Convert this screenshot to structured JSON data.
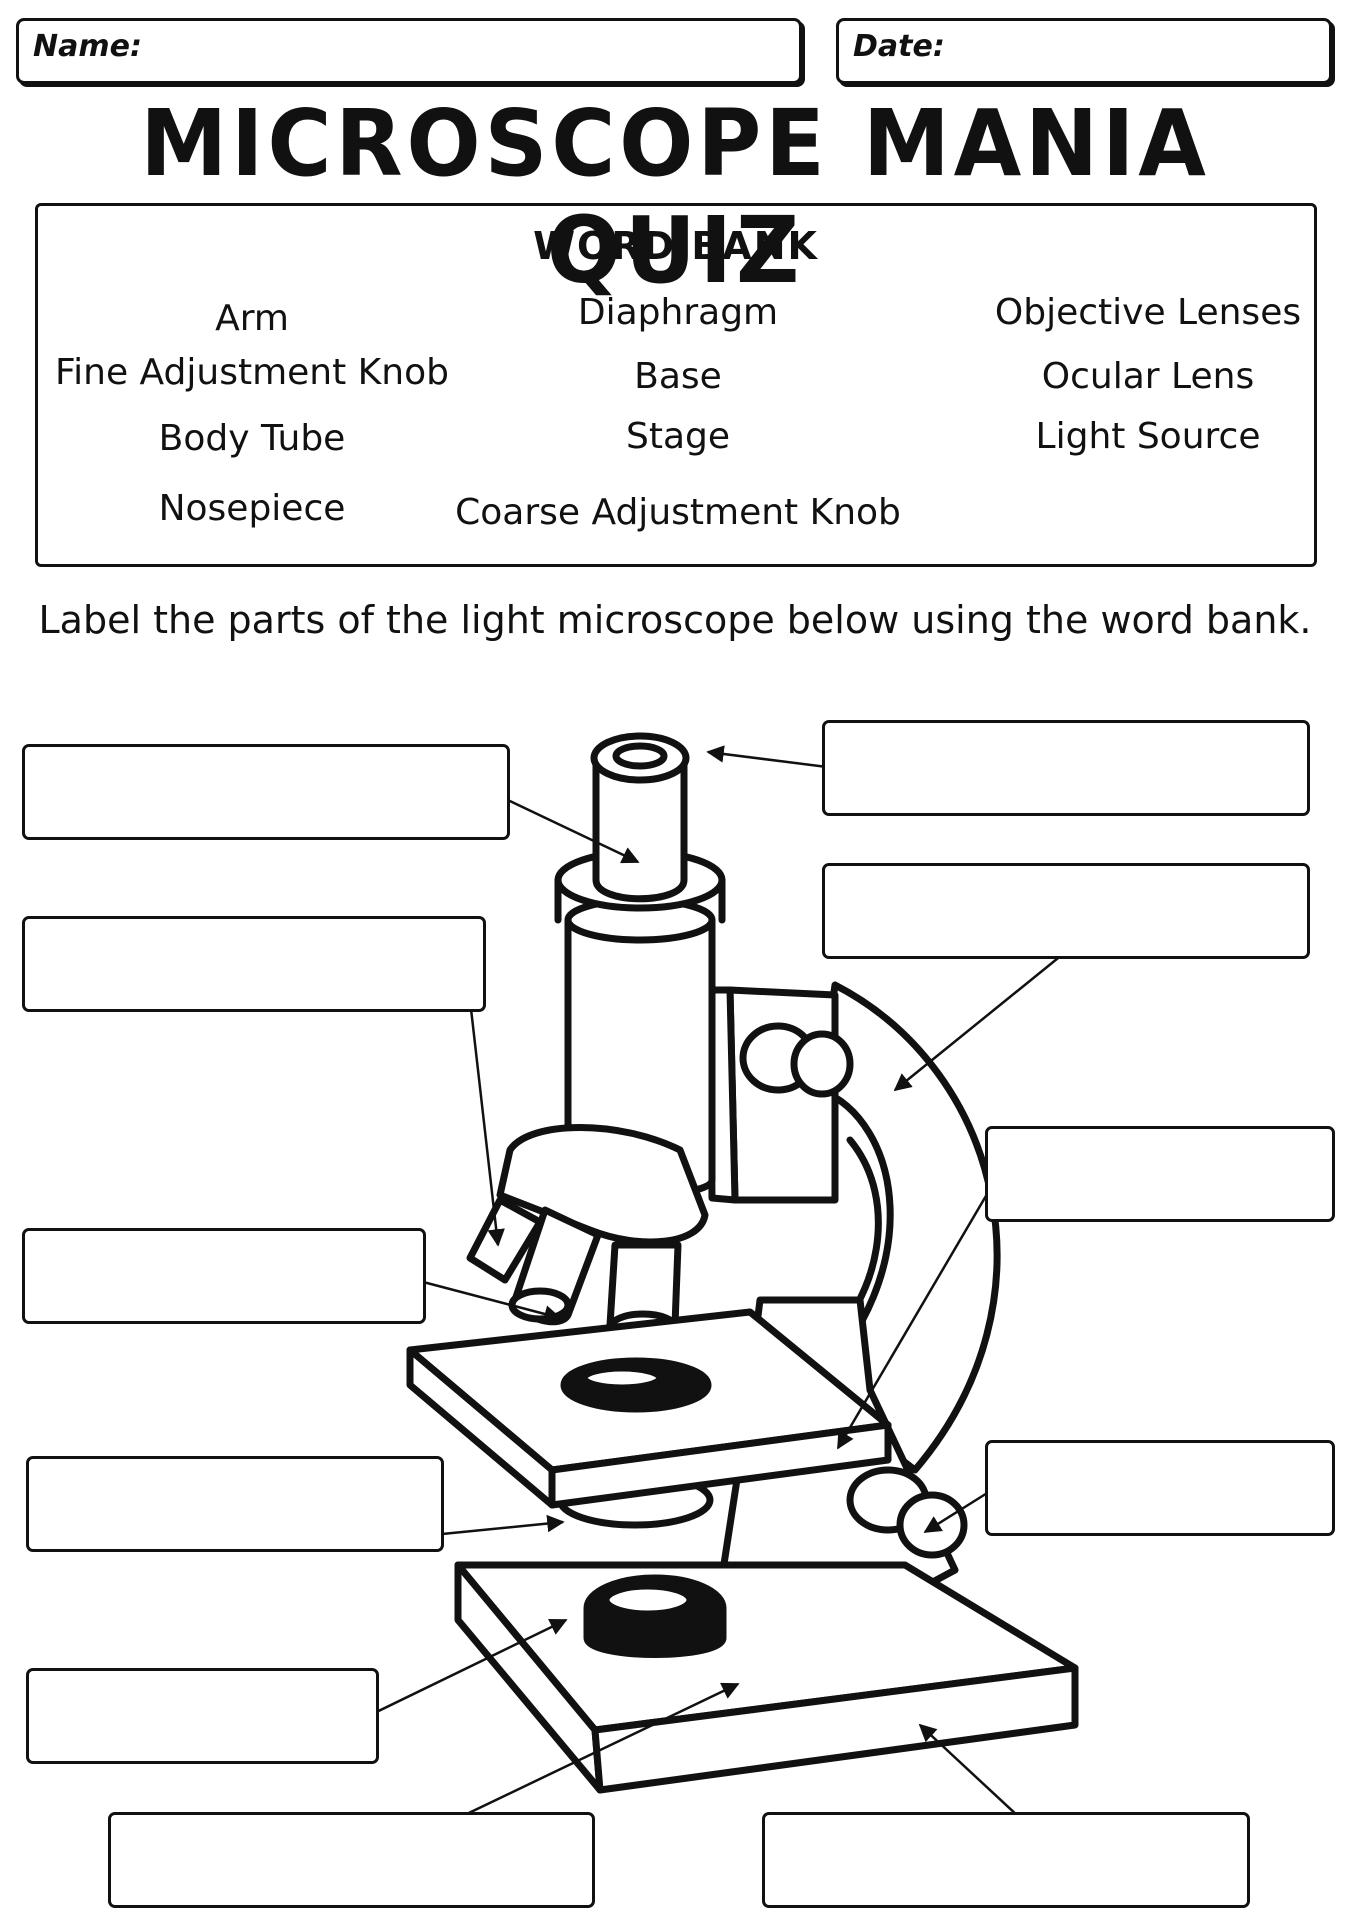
{
  "header": {
    "name_label": "Name:",
    "date_label": "Date:"
  },
  "title": "MICROSCOPE MANIA QUIZ",
  "word_bank": {
    "title": "WORD BANK",
    "words": [
      "Arm",
      "Diaphragm",
      "Objective Lenses",
      "Fine Adjustment Knob",
      "Base",
      "Ocular Lens",
      "Body Tube",
      "Stage",
      "Light Source",
      "Nosepiece",
      "Coarse Adjustment Knob"
    ]
  },
  "instruction": "Label the parts of the light microscope below using the word bank.",
  "answer_boxes": [
    {
      "value": "",
      "placeholder": ""
    },
    {
      "value": "",
      "placeholder": ""
    },
    {
      "value": "",
      "placeholder": ""
    },
    {
      "value": "",
      "placeholder": ""
    },
    {
      "value": "",
      "placeholder": ""
    },
    {
      "value": "",
      "placeholder": ""
    },
    {
      "value": "",
      "placeholder": ""
    },
    {
      "value": "",
      "placeholder": ""
    },
    {
      "value": "",
      "placeholder": ""
    },
    {
      "value": "",
      "placeholder": ""
    },
    {
      "value": "",
      "placeholder": ""
    }
  ]
}
